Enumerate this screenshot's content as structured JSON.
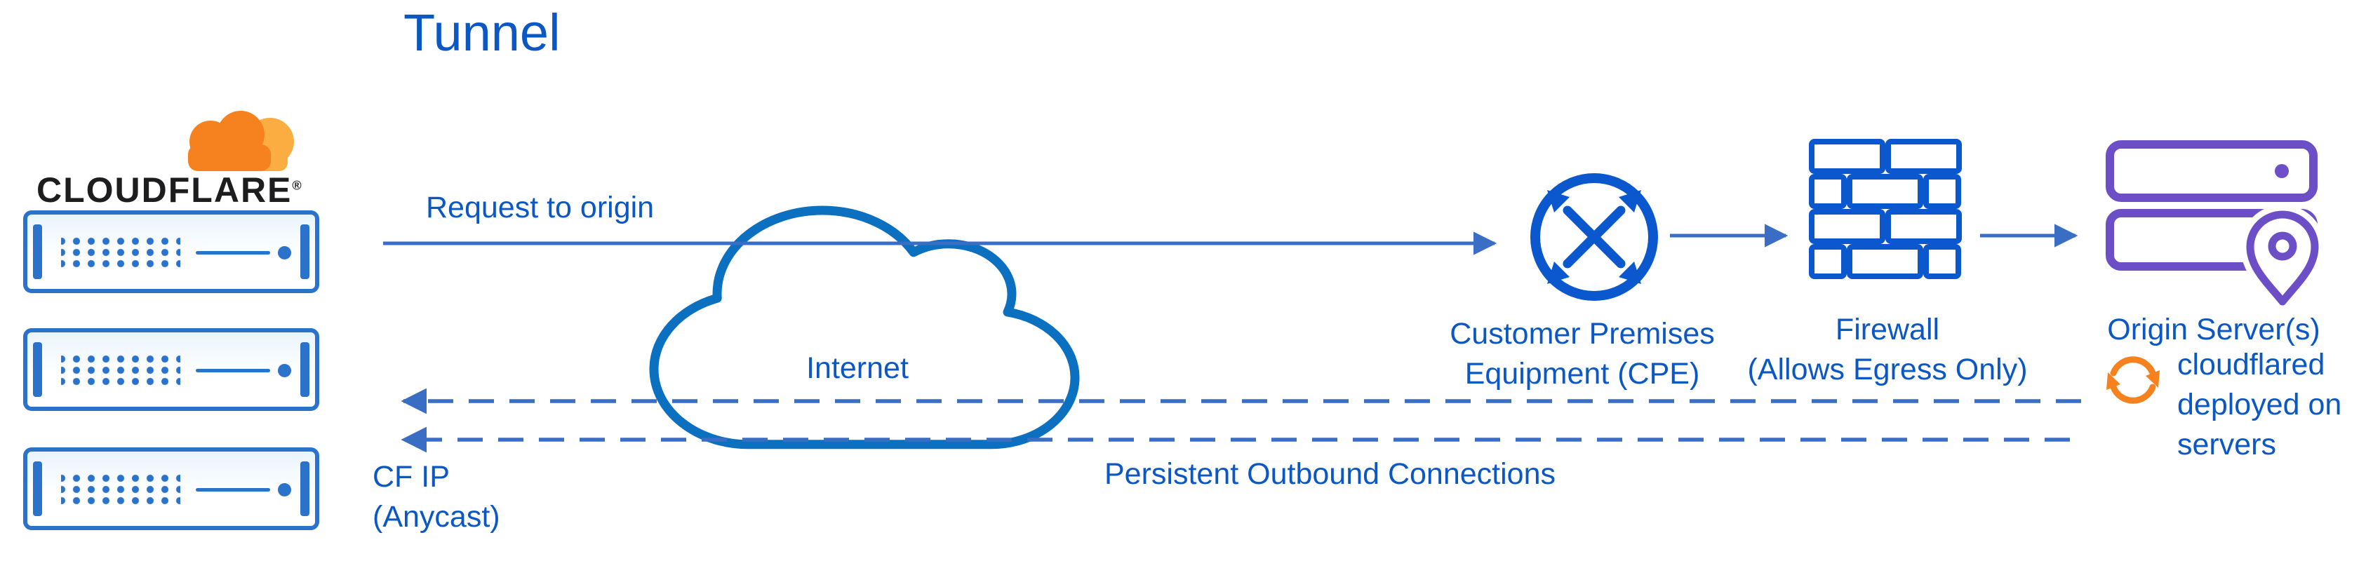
{
  "colors": {
    "text-blue": "#0b58c5",
    "line-blue": "#3a6dc4",
    "icon-blue": "#0b57ce",
    "cloud-blue": "#0c70c0",
    "purple": "#6c4fc7",
    "orange": "#f6821f",
    "orange-light": "#fbad41",
    "server-blue": "#2b72cb",
    "brand-dark": "#1d1d1f"
  },
  "diagram": {
    "title": "Tunnel",
    "brand": {
      "name": "CLOUDFLARE",
      "registered": "®"
    },
    "edge": {
      "label_line1": "CF IP",
      "label_line2": "(Anycast)"
    },
    "flows": {
      "request_label": "Request to origin",
      "persistent_label": "Persistent Outbound Connections"
    },
    "internet": {
      "label": "Internet"
    },
    "cpe": {
      "label_line1": "Customer Premises",
      "label_line2": "Equipment (CPE)"
    },
    "firewall": {
      "label_line1": "Firewall",
      "label_line2": "(Allows Egress Only)"
    },
    "origin": {
      "label": "Origin Server(s)",
      "agent_note": "cloudflared deployed on servers"
    }
  }
}
